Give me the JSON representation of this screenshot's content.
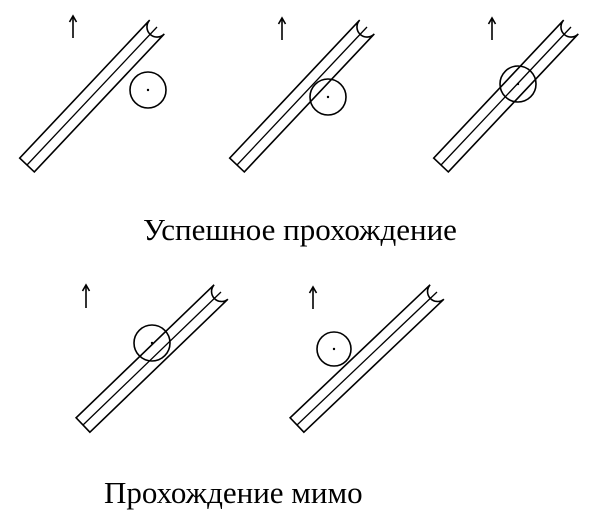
{
  "captions": {
    "success": "Успешное прохождение",
    "miss": "Прохождение мимо"
  },
  "colors": {
    "stroke": "#000000",
    "background": "#ffffff"
  },
  "icons": {
    "motion_arrow": "up-arrow-icon"
  },
  "scenarios": [
    {
      "group": "success",
      "ball_position": "touching plank edge"
    },
    {
      "group": "success",
      "ball_position": "overlapping plank edge"
    },
    {
      "group": "success",
      "ball_position": "centered on plank"
    },
    {
      "group": "miss",
      "ball_position": "overlapping plank edge"
    },
    {
      "group": "miss",
      "ball_position": "outside plank"
    }
  ]
}
